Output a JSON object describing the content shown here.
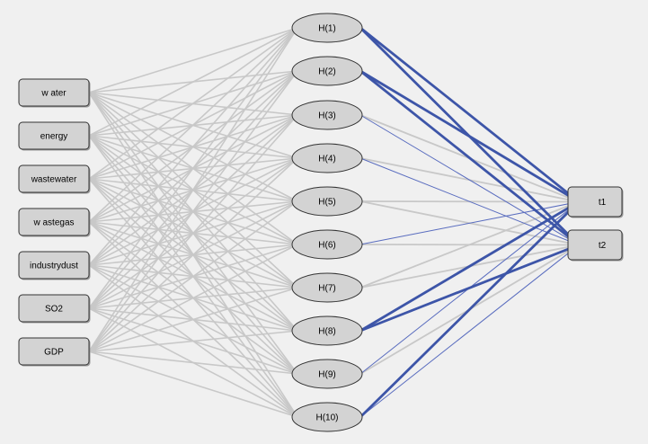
{
  "network": {
    "input_nodes": [
      "w ater",
      "energy",
      "wastewater",
      "w astegas",
      "industrydust",
      "SO2",
      "GDP"
    ],
    "hidden_nodes": [
      "H(1)",
      "H(2)",
      "H(3)",
      "H(4)",
      "H(5)",
      "H(6)",
      "H(7)",
      "H(8)",
      "H(9)",
      "H(10)"
    ],
    "output_nodes": [
      "t1",
      "t2"
    ]
  },
  "colors": {
    "background": "#f0f0f0",
    "node_fill": "#d3d3d3",
    "node_stroke": "#333333",
    "weak_edge": "#c8c8c8",
    "strong_edge": "#3d55a8",
    "medium_edge": "#5a6dbf"
  },
  "edges_hidden_to_output": [
    {
      "from": "H(1)",
      "to": "t1",
      "style": "strong"
    },
    {
      "from": "H(1)",
      "to": "t2",
      "style": "strong"
    },
    {
      "from": "H(2)",
      "to": "t1",
      "style": "strong"
    },
    {
      "from": "H(2)",
      "to": "t2",
      "style": "strong"
    },
    {
      "from": "H(3)",
      "to": "t1",
      "style": "weak"
    },
    {
      "from": "H(3)",
      "to": "t2",
      "style": "thin"
    },
    {
      "from": "H(4)",
      "to": "t1",
      "style": "weak"
    },
    {
      "from": "H(4)",
      "to": "t2",
      "style": "thin"
    },
    {
      "from": "H(5)",
      "to": "t1",
      "style": "weak"
    },
    {
      "from": "H(5)",
      "to": "t2",
      "style": "weak"
    },
    {
      "from": "H(6)",
      "to": "t1",
      "style": "thin"
    },
    {
      "from": "H(6)",
      "to": "t2",
      "style": "weak"
    },
    {
      "from": "H(7)",
      "to": "t1",
      "style": "weak"
    },
    {
      "from": "H(7)",
      "to": "t2",
      "style": "weak"
    },
    {
      "from": "H(8)",
      "to": "t1",
      "style": "strong"
    },
    {
      "from": "H(8)",
      "to": "t2",
      "style": "strong"
    },
    {
      "from": "H(9)",
      "to": "t1",
      "style": "thin"
    },
    {
      "from": "H(9)",
      "to": "t2",
      "style": "weak"
    },
    {
      "from": "H(10)",
      "to": "t1",
      "style": "strong"
    },
    {
      "from": "H(10)",
      "to": "t2",
      "style": "thin"
    }
  ]
}
